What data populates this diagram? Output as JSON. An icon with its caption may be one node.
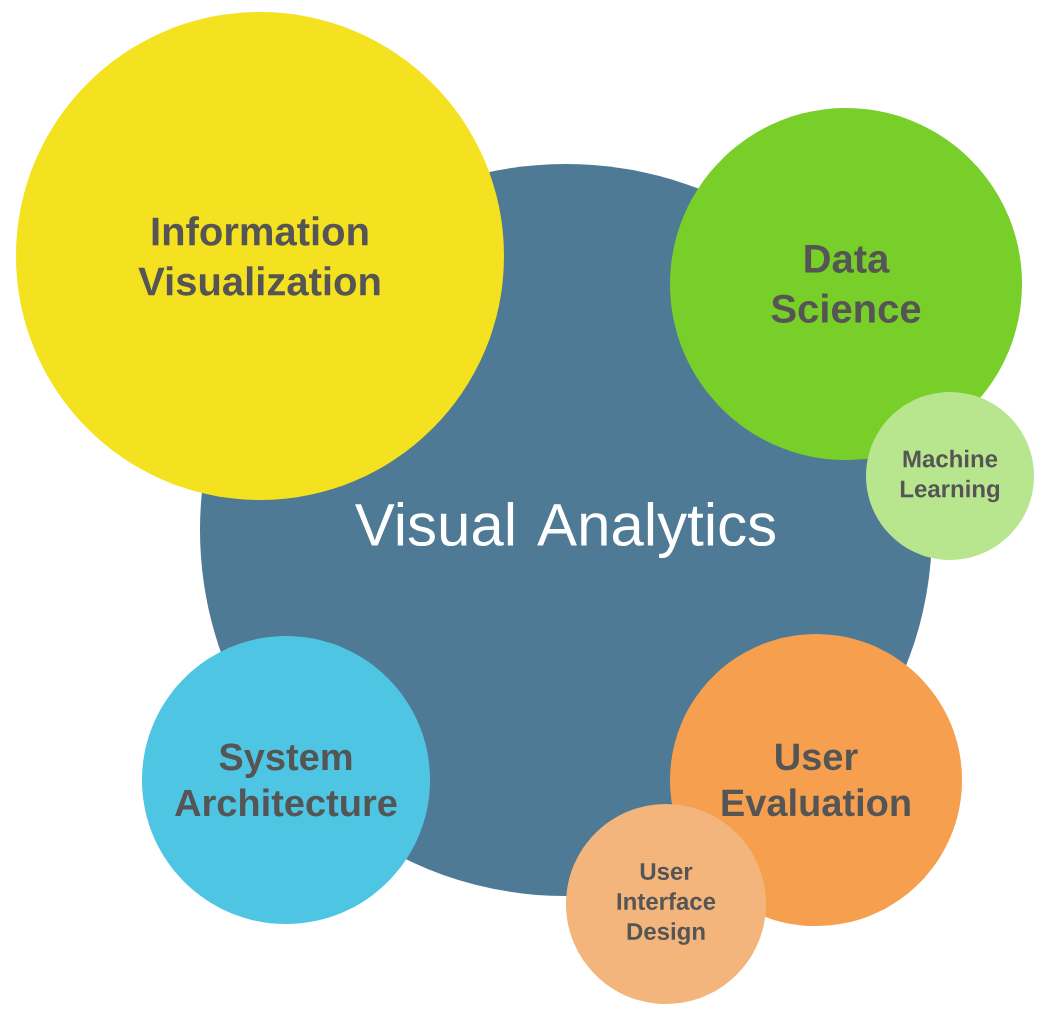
{
  "diagram": {
    "nodes": [
      {
        "text": [
          "Information Visualization"
        ]
      },
      {
        "text": [
          "Visual Analytics"
        ]
      },
      {
        "text": [
          "Data Science"
        ]
      },
      {
        "text": [
          "Machine Learning"
        ]
      },
      {
        "text": [
          "System Architecture"
        ]
      },
      {
        "text": [
          "User Evaluation"
        ]
      },
      {
        "text": [
          "User Interface Design"
        ]
      }
    ]
  }
}
